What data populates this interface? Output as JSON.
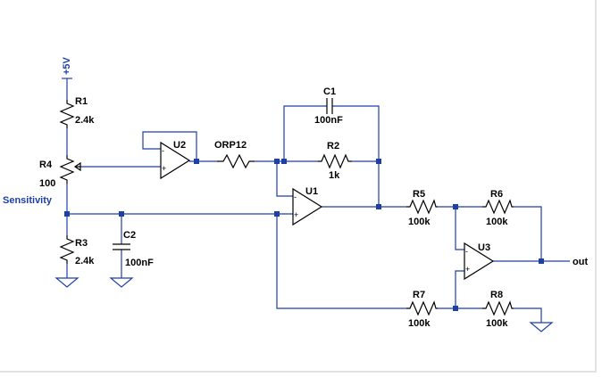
{
  "colors": {
    "wire": "#1f3fa8",
    "component": "#000000",
    "net_label": "#1f3fa8",
    "background": "#ffffff"
  },
  "power": {
    "vcc_label": "+5V"
  },
  "components": {
    "r1": {
      "ref": "R1",
      "value": "2.4k"
    },
    "r2": {
      "ref": "R2",
      "value": "1k"
    },
    "r3": {
      "ref": "R3",
      "value": "2.4k"
    },
    "r4": {
      "ref": "R4",
      "value": "100"
    },
    "r5": {
      "ref": "R5",
      "value": "100k"
    },
    "r6": {
      "ref": "R6",
      "value": "100k"
    },
    "r7": {
      "ref": "R7",
      "value": "100k"
    },
    "r8": {
      "ref": "R8",
      "value": "100k"
    },
    "c1": {
      "ref": "C1",
      "value": "100nF"
    },
    "c2": {
      "ref": "C2",
      "value": "100nF"
    },
    "orp12": {
      "ref": "ORP12"
    },
    "u1": {
      "ref": "U1"
    },
    "u2": {
      "ref": "U2"
    },
    "u3": {
      "ref": "U3"
    }
  },
  "net_labels": {
    "sensitivity": "Sensitivity",
    "out": "out"
  },
  "opamp_pins": {
    "minus": "-",
    "plus": "+"
  }
}
